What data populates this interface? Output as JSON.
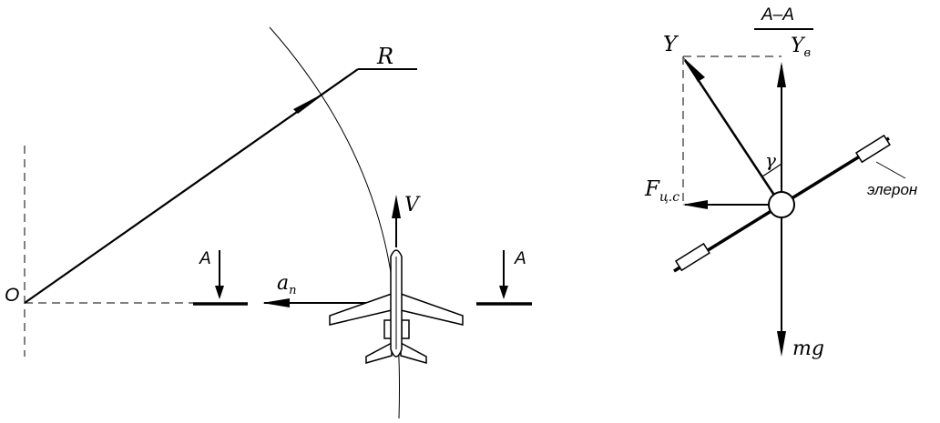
{
  "left_view": {
    "label_center": "O",
    "label_radius": "R",
    "label_velocity": "V",
    "label_accel": "a",
    "label_accel_sub": "n",
    "label_section_left": "A",
    "label_section_right": "A"
  },
  "right_view": {
    "section_title": "A–A",
    "label_lift": "Y",
    "label_lift_vertical": "Y",
    "label_lift_vertical_sub": "в",
    "label_angle": "γ",
    "label_centripetal": "F",
    "label_centripetal_sub": "ц.с",
    "label_weight": "mg",
    "label_aileron": "элерон"
  }
}
